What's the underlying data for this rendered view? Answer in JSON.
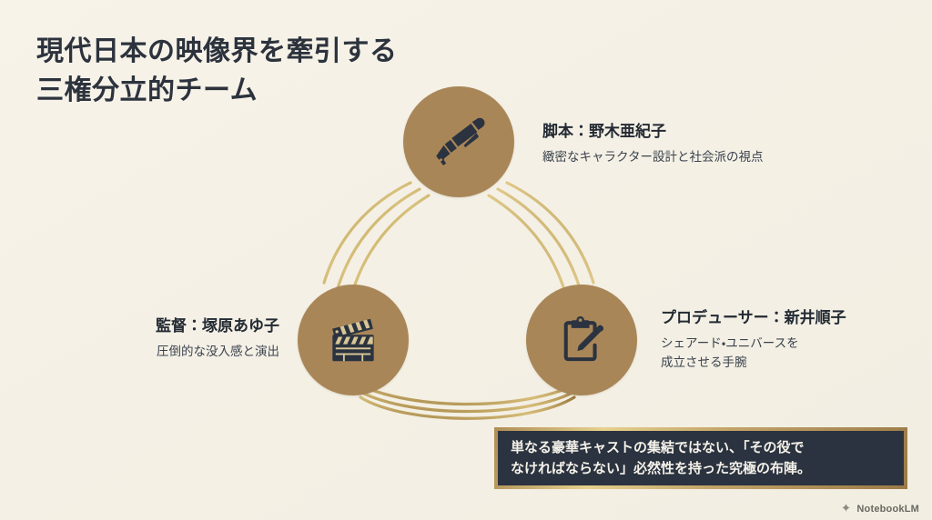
{
  "theme": {
    "background": "#f5f1e6",
    "accent_gold": "#a98658",
    "arc_gold": "#b1904f",
    "ink": "#2b3340",
    "caption_bg": "#2b3340",
    "caption_border": "#c2a368"
  },
  "title": {
    "line1": "現代日本の映像界を牽引する",
    "line2": "三権分立的チーム"
  },
  "nodes": [
    {
      "id": "writer",
      "icon": "fountain-pen-icon",
      "heading": "脚本：野木亜紀子",
      "sub_lines": [
        "緻密なキャラクター設計と社会派の視点"
      ]
    },
    {
      "id": "director",
      "icon": "clapperboard-icon",
      "heading": "監督：塚原あゆ子",
      "sub_lines": [
        "圧倒的な没入感と演出"
      ]
    },
    {
      "id": "producer",
      "icon": "clipboard-pencil-icon",
      "heading": "プロデューサー：新井順子",
      "sub_lines": [
        "シェアード・ユニバースを",
        "成立させる手腕"
      ]
    }
  ],
  "caption": {
    "line1": "単なる豪華キャストの集結ではない、「その役で",
    "line2": "なければならない」必然性を持った究極の布陣。"
  },
  "watermark": {
    "label": "NotebookLM",
    "icon": "notebooklm-logo-icon"
  }
}
